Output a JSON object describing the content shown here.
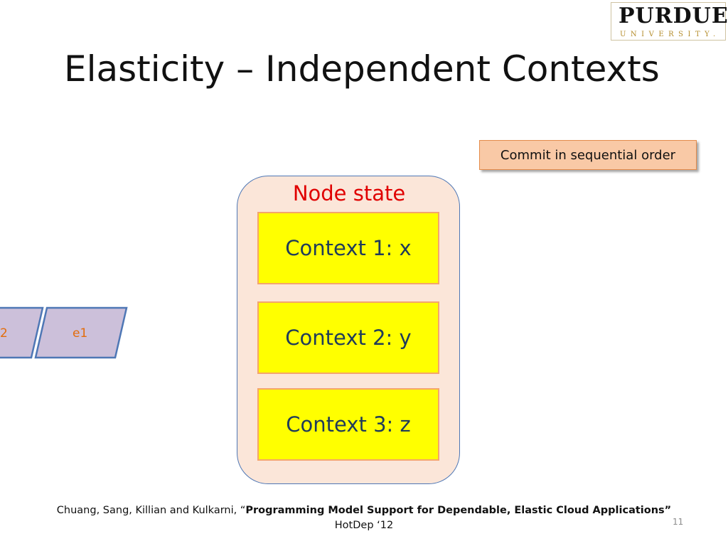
{
  "logo": {
    "main": "PURDUE",
    "sub": "UNIVERSITY."
  },
  "title": "Elasticity – Independent Contexts",
  "callout": "Commit in sequential order",
  "node": {
    "label": "Node state",
    "contexts": [
      "Context 1: x",
      "Context 2: y",
      "Context 3: z"
    ]
  },
  "events": [
    "2",
    "e1"
  ],
  "citation": {
    "authors": "Chuang, Sang, Killian and Kulkarni, “",
    "paper": "Programming Model Support for Dependable, Elastic Cloud Applications”",
    "venue": "HotDep ‘12"
  },
  "slide_number": "11",
  "colors": {
    "event_fill": "#ccc0da",
    "event_stroke": "#4e77b5",
    "event_text": "#e36c0a",
    "context_fill": "#ffff00",
    "node_fill": "#fbe6d9",
    "node_label": "#e00000",
    "callout_fill": "#f9c9a6"
  }
}
